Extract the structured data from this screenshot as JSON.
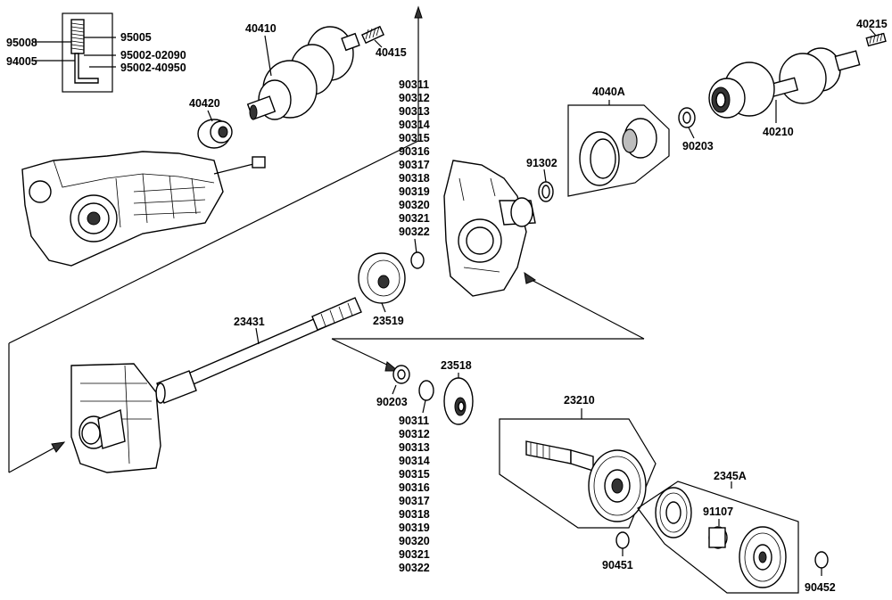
{
  "labels": {
    "boot_kit": [
      "95008",
      "95005",
      "94005",
      "95002-02090",
      "95002-40950"
    ],
    "axle_left": "40410",
    "spring_left": "40415",
    "bearing_left": "40420",
    "axle_right": "40210",
    "spring_right": "40215",
    "boot_kit_group": "4040A",
    "seal": "91302",
    "nut_upper": "90203",
    "shims_upper": [
      "90311",
      "90312",
      "90313",
      "90314",
      "90315",
      "90316",
      "90317",
      "90318",
      "90319",
      "90320",
      "90321",
      "90322"
    ],
    "shaft": "23431",
    "cover_upper": "23519",
    "cover_lower": "23518",
    "nut_lower": "90203",
    "shims_lower": [
      "90311",
      "90312",
      "90313",
      "90314",
      "90315",
      "90316",
      "90317",
      "90318",
      "90319",
      "90320",
      "90321",
      "90322"
    ],
    "gear_shaft": "23210",
    "gear_set": "2345A",
    "needle_bearing": "91107",
    "washer_a": "90451",
    "washer_b": "90452"
  }
}
